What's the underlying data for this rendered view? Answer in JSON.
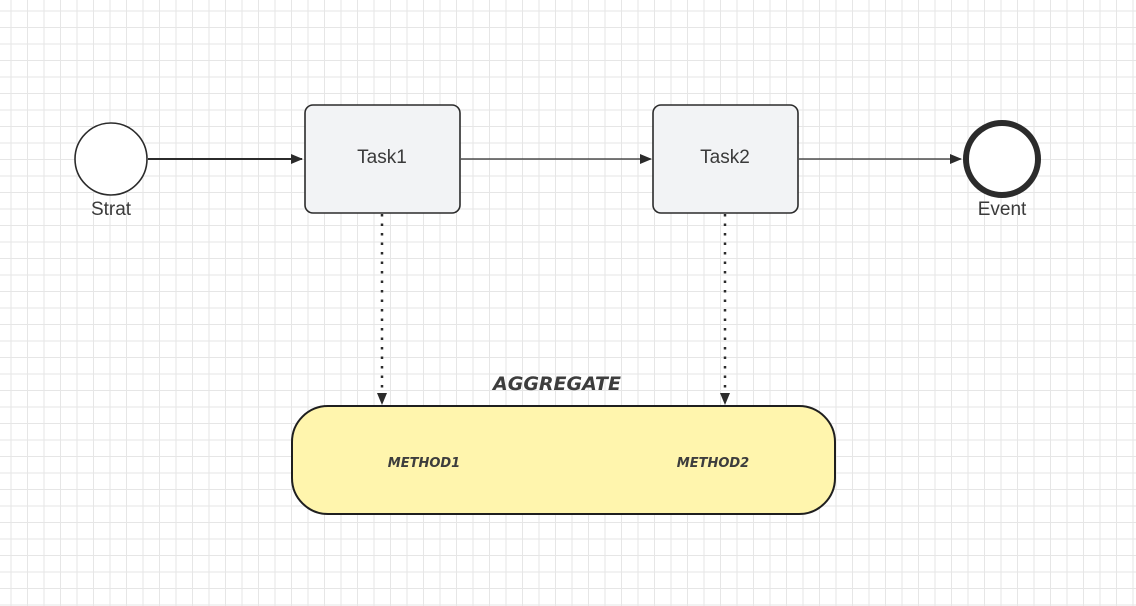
{
  "diagram": {
    "start_label": "Strat",
    "task1_label": "Task1",
    "task2_label": "Task2",
    "end_label": "Event",
    "aggregate_title": "AGGREGATE",
    "method1_label": "METHOD1",
    "method2_label": "METHOD2"
  },
  "colors": {
    "task_fill": "#f2f3f5",
    "aggregate_fill": "#fff5ad",
    "stroke": "#2b2b2b",
    "grid": "#e6e6e6"
  }
}
